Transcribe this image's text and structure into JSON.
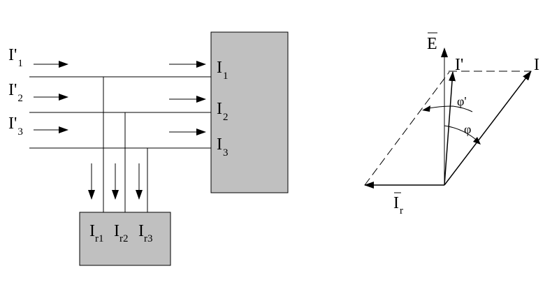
{
  "colors": {
    "ink": "#000000",
    "block_fill": "#c0c0c0",
    "background": "#ffffff"
  },
  "circuit": {
    "inputs": [
      {
        "main": "I'",
        "sub": "1"
      },
      {
        "main": "I'",
        "sub": "2"
      },
      {
        "main": "I'",
        "sub": "3"
      }
    ],
    "load_currents": [
      {
        "main": "I",
        "sub": "1"
      },
      {
        "main": "I",
        "sub": "2"
      },
      {
        "main": "I",
        "sub": "3"
      }
    ],
    "compensator_currents": [
      {
        "main": "I",
        "sub": "r1"
      },
      {
        "main": "I",
        "sub": "r2"
      },
      {
        "main": "I",
        "sub": "r3"
      }
    ]
  },
  "phasor": {
    "e_label": "E",
    "i_prime_label": "I'",
    "i_label": "I",
    "ir_main": "I",
    "ir_sub": "r",
    "phi_prime_label": "φ'",
    "phi_label": "φ"
  }
}
